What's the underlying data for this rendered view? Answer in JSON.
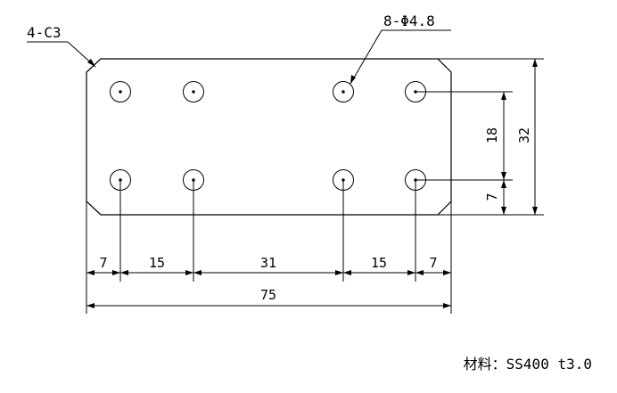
{
  "drawing": {
    "chamfer_note": "4-C3",
    "hole_note": "8-Φ4.8",
    "material_note": "材料：SS400 t3.0",
    "dimensions": {
      "bottom_chain": [
        "7",
        "15",
        "31",
        "15",
        "7"
      ],
      "overall_width": "75",
      "vertical_hole_spacing": "18",
      "vertical_edge_offset": "7",
      "overall_height": "32"
    }
  }
}
